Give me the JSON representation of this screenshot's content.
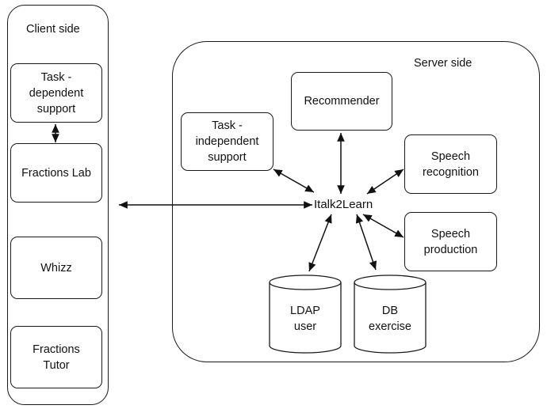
{
  "client_side": {
    "title": "Client side",
    "boxes": [
      {
        "label": "Task -\ndependent\nsupport"
      },
      {
        "label": "Fractions Lab"
      },
      {
        "label": "Whizz"
      },
      {
        "label": "Fractions\nTutor"
      }
    ]
  },
  "server_side": {
    "title": "Server side",
    "hub": "Italk2Learn",
    "components": {
      "task_independent": "Task -\nindependent\nsupport",
      "recommender": "Recommender",
      "speech_recognition": "Speech\nrecognition",
      "speech_production": "Speech\nproduction"
    },
    "databases": [
      {
        "label": "LDAP\nuser"
      },
      {
        "label": "DB\nexercise"
      }
    ]
  }
}
